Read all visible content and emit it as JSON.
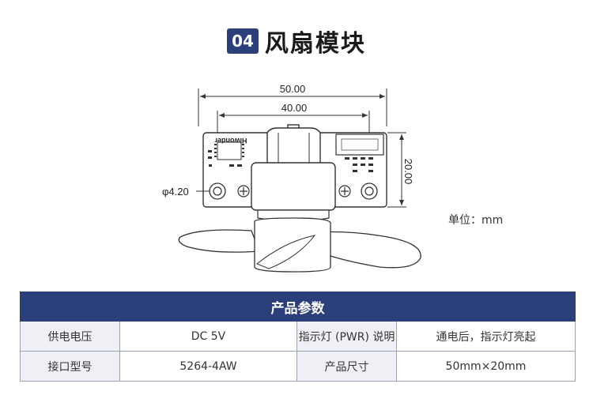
{
  "header": {
    "number": "04",
    "title": "风扇模块"
  },
  "drawing": {
    "dim_overall_width": "50.00",
    "dim_hole_spacing": "40.00",
    "dim_height": "20.00",
    "dim_hole_diameter": "φ4.20",
    "board_label": "Hiwonder",
    "unit_label": "单位：mm"
  },
  "specs": {
    "heading": "产品参数",
    "rows": [
      {
        "k1": "供电电压",
        "v1": "DC 5V",
        "k2": "指示灯 (PWR) 说明",
        "v2": "通电后，指示灯亮起"
      },
      {
        "k1": "接口型号",
        "v1": "5264-4AW",
        "k2": "产品尺寸",
        "v2": "50mm×20mm"
      }
    ]
  }
}
